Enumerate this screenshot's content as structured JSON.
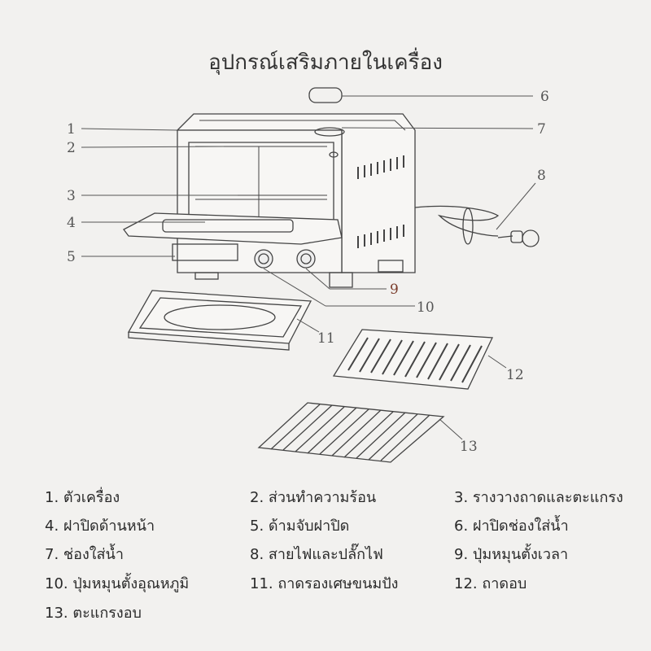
{
  "title": "อุปกรณ์เสริมภายในเครื่อง",
  "callout_numbers": [
    "1",
    "2",
    "3",
    "4",
    "5",
    "6",
    "7",
    "8",
    "9",
    "10",
    "11",
    "12",
    "13"
  ],
  "legend": [
    {
      "num": "1.",
      "label": "ตัวเครื่อง"
    },
    {
      "num": "2.",
      "label": "ส่วนทำความร้อน"
    },
    {
      "num": "3.",
      "label": "รางวางถาดและตะแกรง"
    },
    {
      "num": "4.",
      "label": "ฝาปิดด้านหน้า"
    },
    {
      "num": "5.",
      "label": "ด้ามจับฝาปิด"
    },
    {
      "num": "6.",
      "label": "ฝาปิดช่องใส่น้ำ"
    },
    {
      "num": "7.",
      "label": "ช่องใส่น้ำ"
    },
    {
      "num": "8.",
      "label": "สายไฟและปลั๊กไฟ"
    },
    {
      "num": "9.",
      "label": "ปุ่มหมุนตั้งเวลา"
    },
    {
      "num": "10.",
      "label": "ปุ่มหมุนตั้งอุณหภูมิ"
    },
    {
      "num": "11.",
      "label": "ถาดรองเศษขนมปัง"
    },
    {
      "num": "12.",
      "label": "ถาดอบ"
    },
    {
      "num": "13.",
      "label": "ตะแกรงอบ"
    }
  ]
}
